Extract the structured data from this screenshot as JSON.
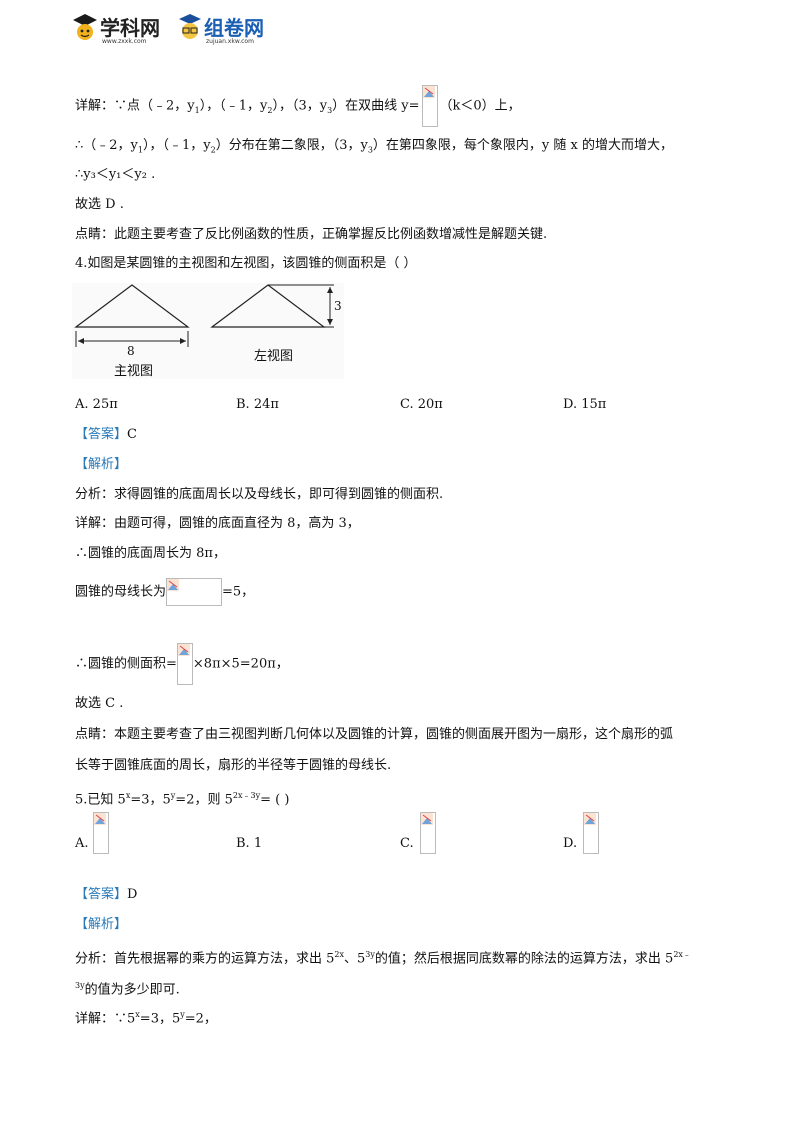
{
  "header": {
    "logo1_name": "学科网",
    "logo1_url": "www.zxxk.com",
    "logo2_name": "组卷网",
    "logo2_url": "zujuan.xkw.com"
  },
  "q3": {
    "line1_a": "详解：∵点（﹣2，y",
    "line1_b": "），（﹣1，y",
    "line1_c": "），（3，y",
    "line1_d": "）在双曲线 y=",
    "line1_e": "（k＜0）上，",
    "line2_a": "∴（﹣2，y",
    "line2_b": "），（﹣1，y",
    "line2_c": "）分布在第二象限，（3，y",
    "line2_d": "）在第四象限，每个象限内，y 随 x 的增大而增大，",
    "line3": "∴y₃＜y₁＜y₂ .",
    "choose": "故选 D .",
    "comment": "点睛：此题主要考查了反比例函数的性质，正确掌握反比例函数增减性是解题关键."
  },
  "q4": {
    "stem": "4.如图是某圆锥的主视图和左视图，该圆锥的侧面积是（      ）",
    "fig_front_dim": "8",
    "fig_front_label": "主视图",
    "fig_side_dim": "3",
    "fig_side_label": "左视图",
    "options": [
      {
        "key": "A.",
        "val": "25π"
      },
      {
        "key": "B.",
        "val": "24π"
      },
      {
        "key": "C.",
        "val": "20π"
      },
      {
        "key": "D.",
        "val": "15π"
      }
    ],
    "answer_tag": "【答案】",
    "answer": "C",
    "analysis_tag": "【解析】",
    "analysis": "分析：求得圆锥的底面周长以及母线长，即可得到圆锥的侧面积.",
    "detail1": "详解：由题可得，圆锥的底面直径为 8，高为 3，",
    "detail2": "∴圆锥的底面周长为 8π，",
    "detail3_a": "圆锥的母线长为",
    "detail3_b": "=5，",
    "detail4_a": "∴圆锥的侧面积=",
    "detail4_b": "×8π×5=20π，",
    "choose": "故选 C .",
    "comment1": "点睛：本题主要考查了由三视图判断几何体以及圆锥的计算，圆锥的侧面展开图为一扇形，这个扇形的弧",
    "comment2": "长等于圆锥底面的周长，扇形的半径等于圆锥的母线长."
  },
  "q5": {
    "stem_a": "5.已知 5",
    "stem_b": "=3，5",
    "stem_c": "=2，则 5",
    "stem_d": "= (         )",
    "options": [
      {
        "key": "A."
      },
      {
        "key": "B.",
        "val": "1"
      },
      {
        "key": "C."
      },
      {
        "key": "D."
      }
    ],
    "answer_tag": "【答案】",
    "answer": "D",
    "analysis_tag": "【解析】",
    "analysis_a": "分析：首先根据幂的乘方的运算方法，求出 5",
    "analysis_b": "、5",
    "analysis_c": "的值；然后根据同底数幂的除法的运算方法，求出 5",
    "analysis_d": "的值为多少即可.",
    "detail_a": "详解：∵5",
    "detail_b": "=3，5",
    "detail_c": "=2，"
  }
}
